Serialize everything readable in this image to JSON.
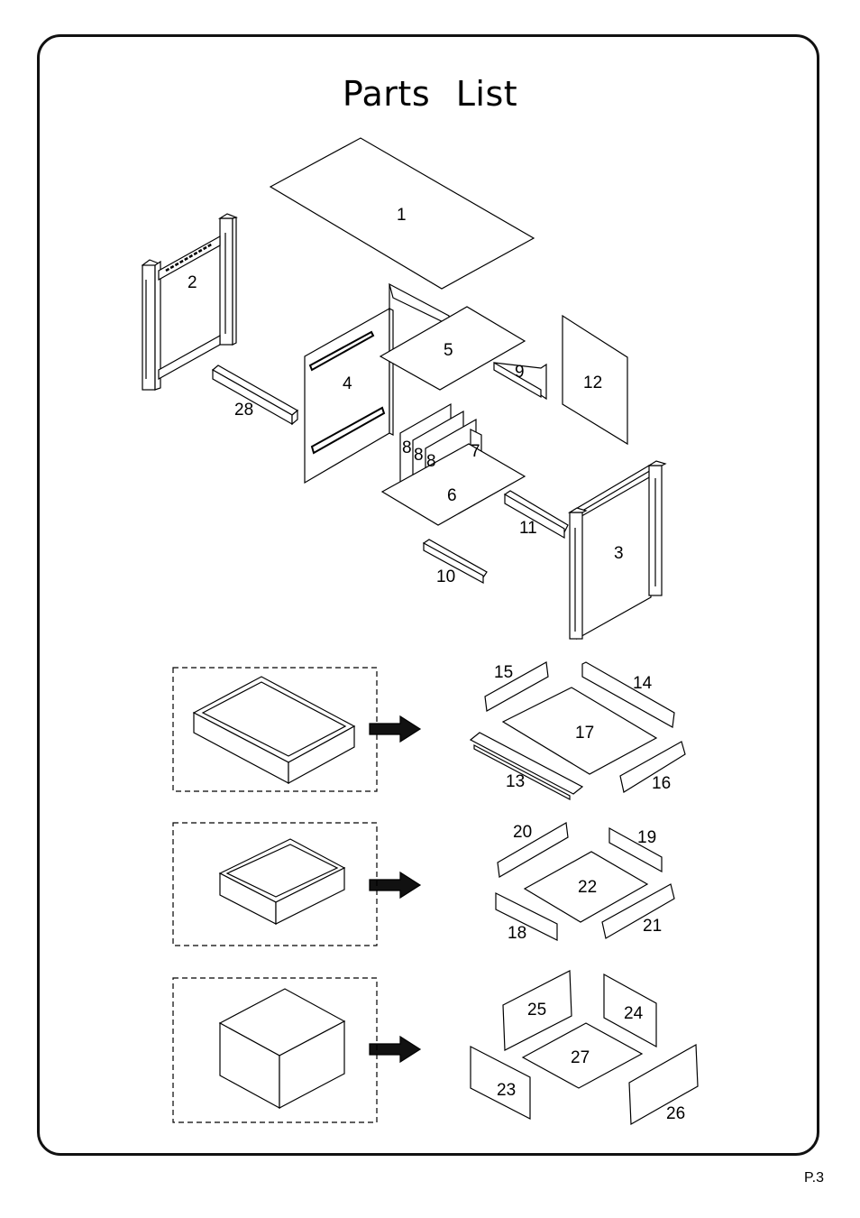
{
  "title_words": [
    "Parts",
    "List"
  ],
  "page_number": "P.3",
  "part_labels": {
    "p1": "1",
    "p2": "2",
    "p3": "3",
    "p4": "4",
    "p5": "5",
    "p6": "6",
    "p7": "7",
    "p8a": "8",
    "p8b": "8",
    "p8c": "8",
    "p9": "9",
    "p10": "10",
    "p11": "11",
    "p12": "12",
    "p13": "13",
    "p14": "14",
    "p15": "15",
    "p16": "16",
    "p17": "17",
    "p18": "18",
    "p19": "19",
    "p20": "20",
    "p21": "21",
    "p22": "22",
    "p23": "23",
    "p24": "24",
    "p25": "25",
    "p26": "26",
    "p27": "27",
    "p28": "28"
  }
}
